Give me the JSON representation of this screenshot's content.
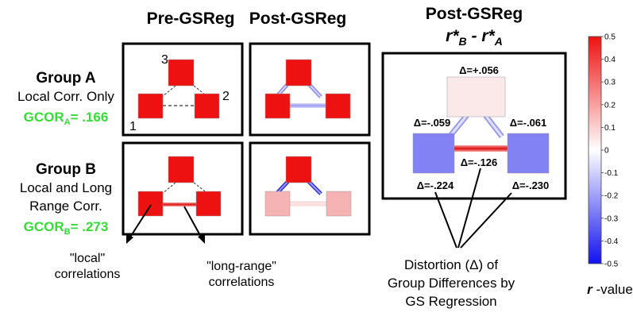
{
  "columns": {
    "pre": "Pre-GSReg",
    "post": "Post-GSReg",
    "diff_title": "Post-GSReg",
    "diff_formula": {
      "r": "r*",
      "sub_b": "B",
      "minus": " - ",
      "sub_a": "A"
    }
  },
  "groups": {
    "a": {
      "name": "Group A",
      "desc": "Local Corr. Only",
      "gcor_label": "GCOR",
      "gcor_sub": "A",
      "gcor_value": "= .166"
    },
    "b": {
      "name": "Group B",
      "desc1": "Local and Long",
      "desc2": "Range Corr.",
      "gcor_label": "GCOR",
      "gcor_sub": "B",
      "gcor_value": "= .273"
    }
  },
  "node_labels": {
    "n1": "1",
    "n2": "2",
    "n3": "3"
  },
  "annotations": {
    "local1": "\"local\"",
    "local2": "correlations",
    "long1": "\"long-range\"",
    "long2": "correlations"
  },
  "deltas": {
    "top": "Δ=+.056",
    "left_edge": "Δ=-.059",
    "right_edge": "Δ=-.061",
    "bottom_edge": "Δ=-.126",
    "left_node": "Δ=-.224",
    "right_node": "Δ=-.230"
  },
  "caption": {
    "line1": "Distortion (Δ)",
    "line2": "of",
    "line3": "Group Differences by",
    "line4": "GS Regression"
  },
  "colorbar": {
    "ticks": [
      "0.5",
      "0.4",
      "0.3",
      "0.2",
      "0.1",
      "0",
      "-0.1",
      "-0.2",
      "-0.3",
      "-0.4",
      "-0.5"
    ],
    "label_r": "r",
    "label_rest": " -value",
    "colors": {
      "max": "#ee1111",
      "mid": "#ffffff",
      "min": "#1111ee"
    }
  },
  "colors": {
    "node_red": "#ee1111",
    "node_pink": "#f5b3b3",
    "node_blue": "#8282f5",
    "node_lightpink": "#fbe9e9",
    "gcor_green": "#33dd33"
  }
}
